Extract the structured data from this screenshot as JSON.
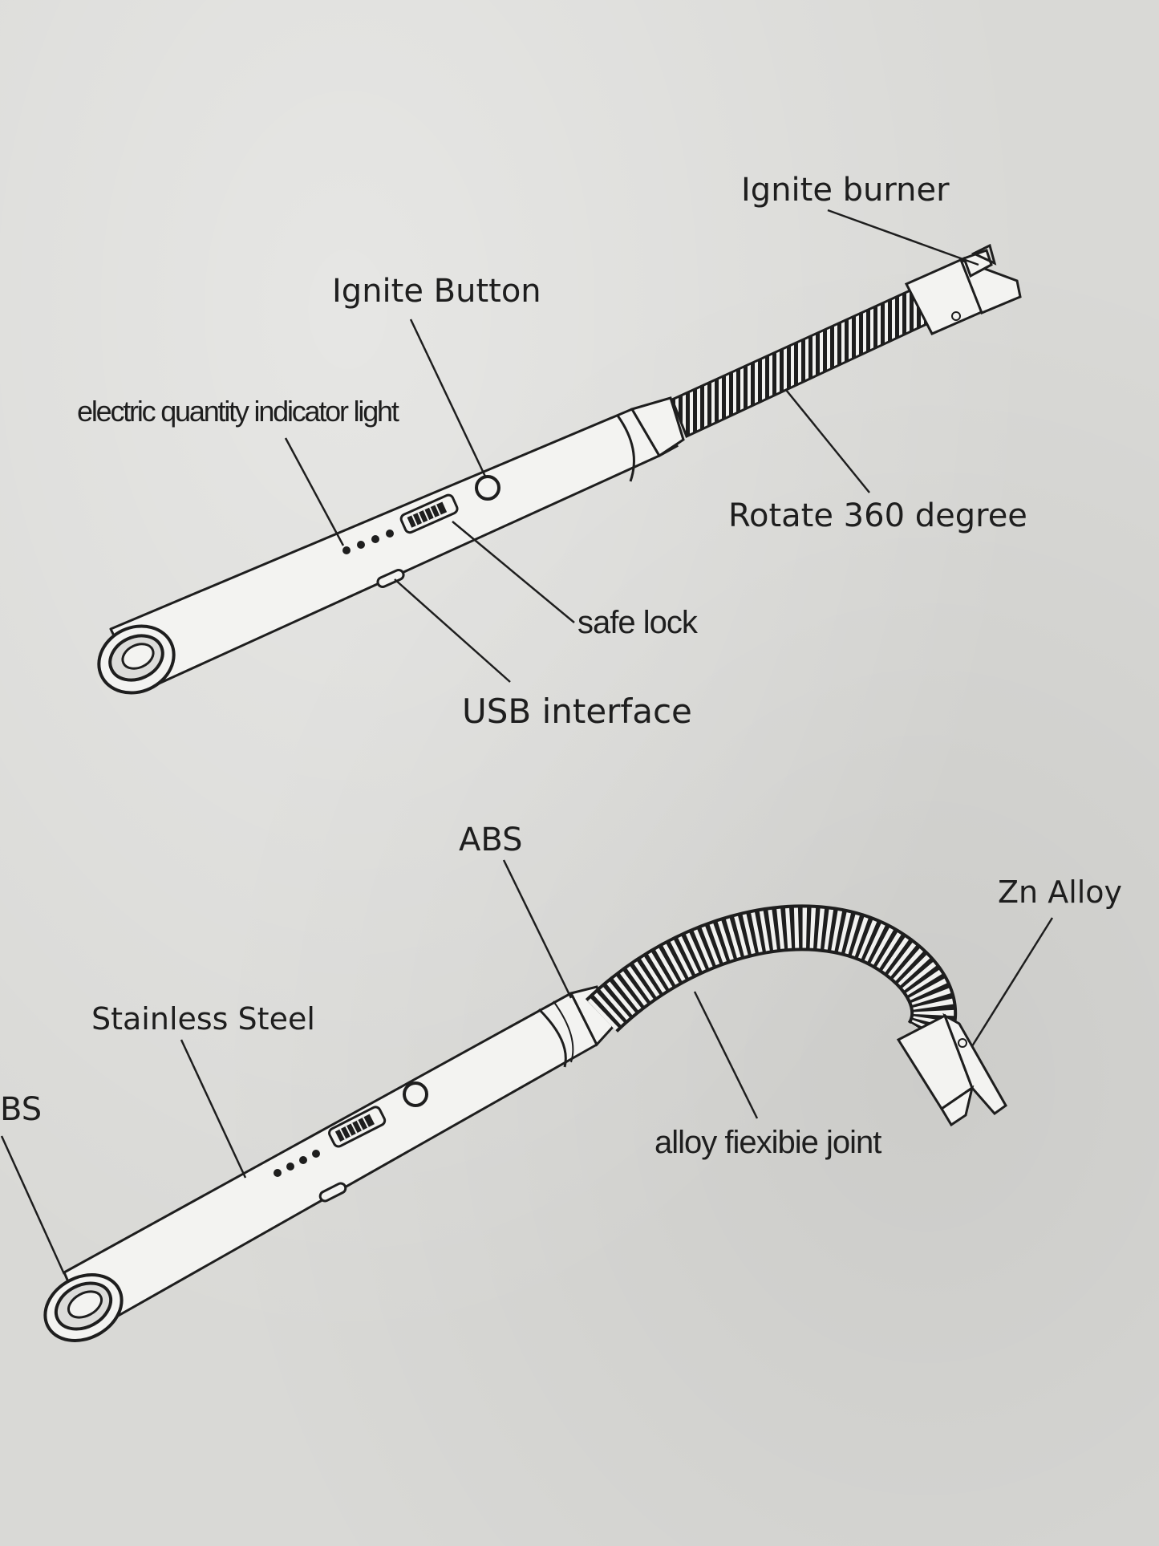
{
  "top_text": "",
  "diagram_top": {
    "labels": {
      "ignite_burner": "Ignite burner",
      "ignite_button": "Ignite Button",
      "indicator_light": "electric quantity indicator light",
      "rotate": "Rotate  360  degree",
      "safe_lock": "safe lock",
      "usb": "USB  interface"
    }
  },
  "diagram_bottom": {
    "labels": {
      "abs_top": "ABS",
      "zn_alloy": "Zn  Alloy",
      "stainless": "Stainless  Steel",
      "abs_left": "BS",
      "flex_joint": "alloy fiexibie joint"
    }
  },
  "colors": {
    "paper": "#d9d9d6",
    "ink": "#1e1e1e"
  }
}
